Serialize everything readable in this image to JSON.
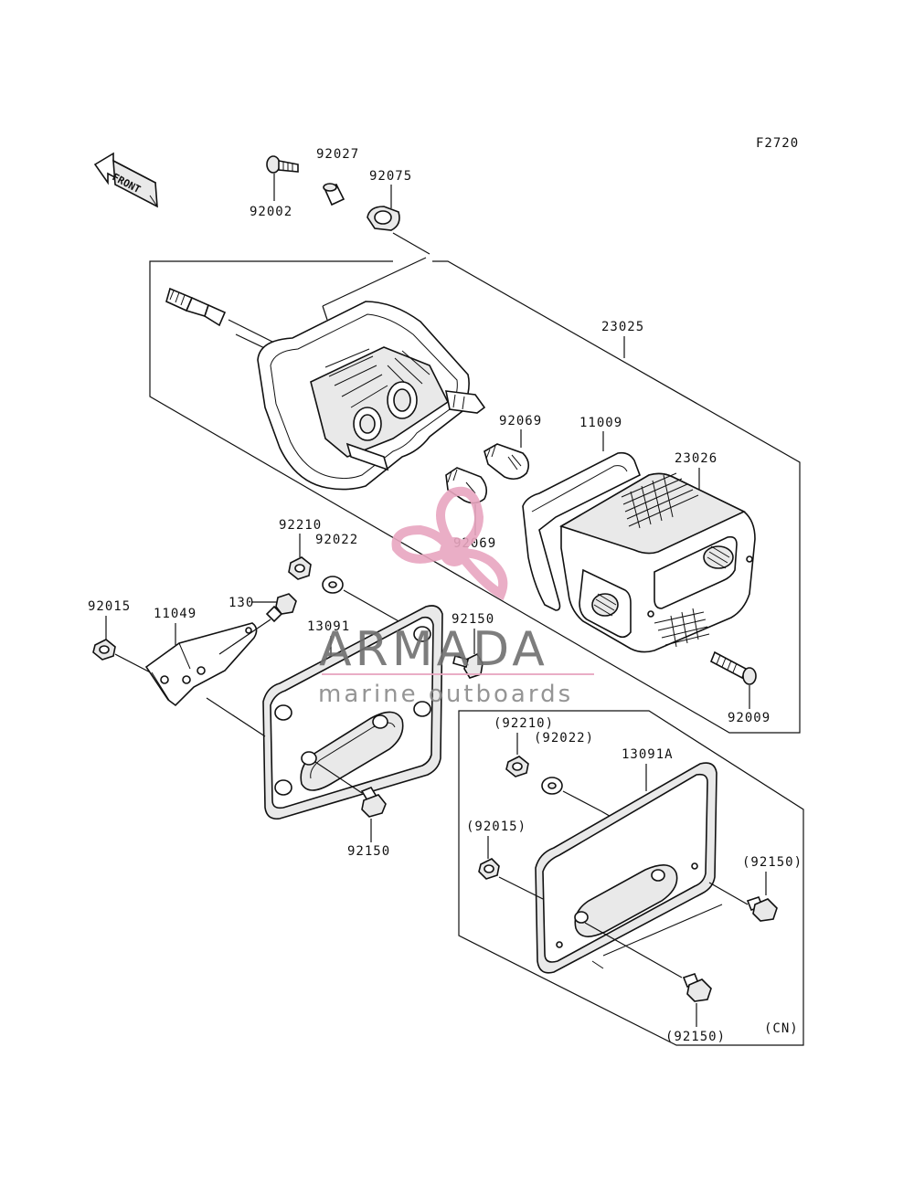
{
  "diagram": {
    "code": "F2720",
    "front_label": "FRONT",
    "variant_label": "(CN)",
    "parts": [
      {
        "id": "p92002",
        "label": "92002"
      },
      {
        "id": "p92027",
        "label": "92027"
      },
      {
        "id": "p92075",
        "label": "92075"
      },
      {
        "id": "p23025",
        "label": "23025"
      },
      {
        "id": "p92069a",
        "label": "92069"
      },
      {
        "id": "p11009",
        "label": "11009"
      },
      {
        "id": "p23026",
        "label": "23026"
      },
      {
        "id": "p92069b",
        "label": "92069"
      },
      {
        "id": "p92210",
        "label": "92210"
      },
      {
        "id": "p92022",
        "label": "92022"
      },
      {
        "id": "p92015",
        "label": "92015"
      },
      {
        "id": "p11049",
        "label": "11049"
      },
      {
        "id": "p130",
        "label": "130"
      },
      {
        "id": "p13091",
        "label": "13091"
      },
      {
        "id": "p92150a",
        "label": "92150"
      },
      {
        "id": "p92009",
        "label": "92009"
      },
      {
        "id": "p92150b",
        "label": "92150"
      },
      {
        "id": "p92210cn",
        "label": "(92210)"
      },
      {
        "id": "p92022cn",
        "label": "(92022)"
      },
      {
        "id": "p13091a",
        "label": "13091A"
      },
      {
        "id": "p92015cn",
        "label": "(92015)"
      },
      {
        "id": "p92150cn1",
        "label": "(92150)"
      },
      {
        "id": "p92150cn2",
        "label": "(92150)"
      }
    ]
  },
  "watermark": {
    "brand": "ARMADA",
    "tagline": "marine outboards",
    "color": "#e8a6c0"
  }
}
